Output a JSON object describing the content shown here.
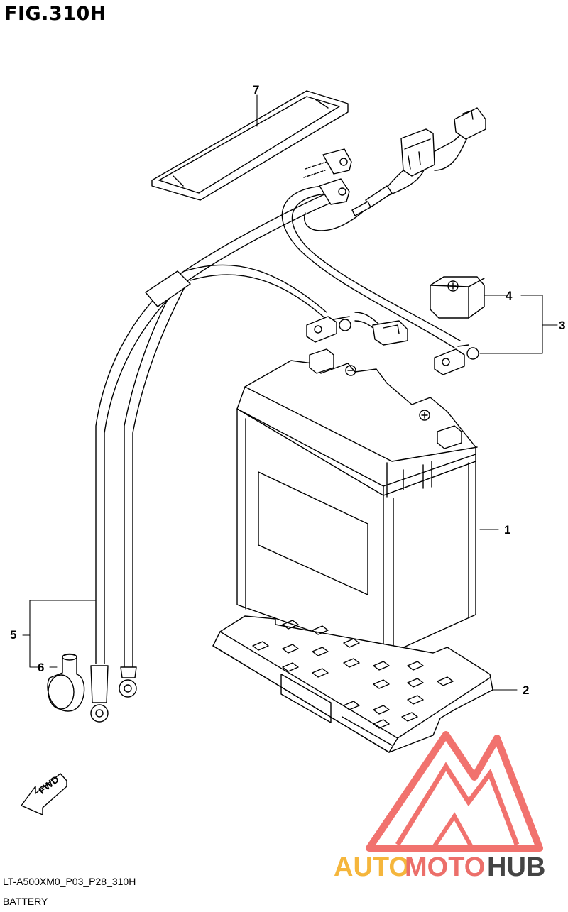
{
  "figure": {
    "title": "FIG.310H",
    "code": "LT-A500XM0_P03_P28_310H",
    "caption": "BATTERY"
  },
  "callouts": [
    "1",
    "2",
    "3",
    "4",
    "5",
    "6",
    "7"
  ],
  "fwd_label": "FWD",
  "watermark": {
    "part1": "AUTO",
    "part2": "MOTO",
    "part3": "HUB",
    "color_auto": "#f5b63c",
    "color_moto": "#ec6f6a",
    "color_hub": "#444444",
    "logo_color": "#ef5a55"
  }
}
